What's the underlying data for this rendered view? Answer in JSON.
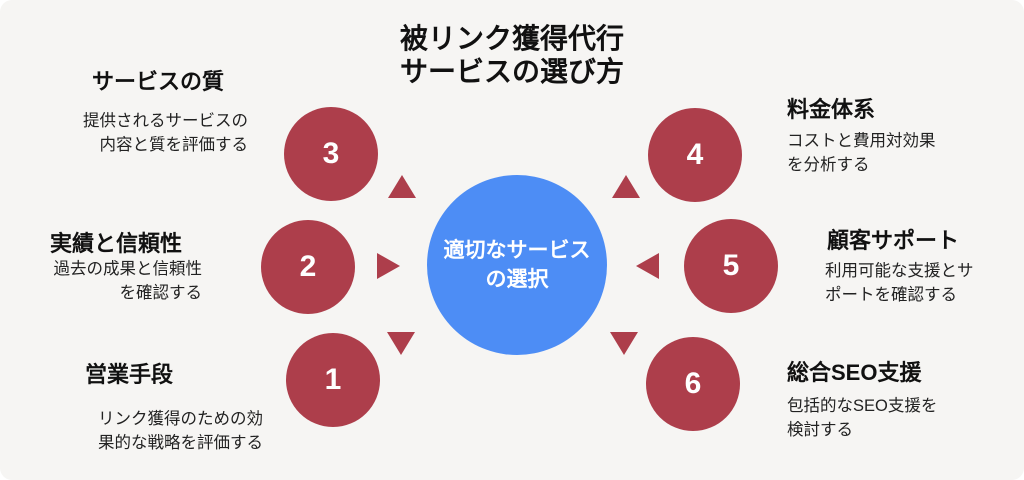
{
  "colors": {
    "background": "#f6f5f3",
    "accent_red": "#ad3e4b",
    "accent_blue": "#4d8df5",
    "text": "#111111"
  },
  "title": "被リンク獲得代行\nサービスの選び方",
  "center": {
    "label": "適切なサービス\nの選択"
  },
  "items": [
    {
      "number": "1",
      "heading": "営業手段",
      "description": "リンク獲得のための効\n果的な戦略を評価する"
    },
    {
      "number": "2",
      "heading": "実績と信頼性",
      "description": "過去の成果と信頼性\nを確認する"
    },
    {
      "number": "3",
      "heading": "サービスの質",
      "description": "提供されるサービスの\n内容と質を評価する"
    },
    {
      "number": "4",
      "heading": "料金体系",
      "description": "コストと費用対効果\nを分析する"
    },
    {
      "number": "5",
      "heading": "顧客サポート",
      "description": "利用可能な支援とサ\nポートを確認する"
    },
    {
      "number": "6",
      "heading": "総合SEO支援",
      "description": "包括的なSEO支援を\n検討する"
    }
  ],
  "arrows": [
    {
      "icon": "arrow-up-icon",
      "position": "upper-left"
    },
    {
      "icon": "arrow-right-icon",
      "position": "middle-left"
    },
    {
      "icon": "arrow-down-icon",
      "position": "lower-left"
    },
    {
      "icon": "arrow-up-icon",
      "position": "upper-right"
    },
    {
      "icon": "arrow-left-icon",
      "position": "middle-right"
    },
    {
      "icon": "arrow-down-icon",
      "position": "lower-right"
    }
  ]
}
